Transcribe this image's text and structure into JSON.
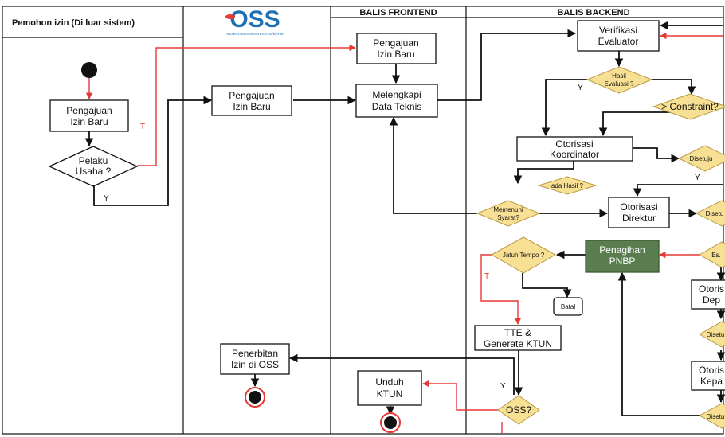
{
  "lanes": {
    "pemohon": "Pemohon izin (Di luar sistem)",
    "oss_logo_text": "OSS",
    "oss_logo_sub": "KEMENTERIAN INVESTASI/BKPM",
    "frontend": "BALIS FRONTEND",
    "backend": "BALIS BACKEND"
  },
  "nodes": {
    "pengajuan_1": [
      "Pengajuan",
      "Izin Baru"
    ],
    "pelaku_usaha": [
      "Pelaku",
      "Usaha ?"
    ],
    "pengajuan_oss": [
      "Pengajuan",
      "Izin Baru"
    ],
    "pengajuan_fe": [
      "Pengajuan",
      "Izin Baru"
    ],
    "melengkapi": [
      "Melengkapi",
      "Data Teknis"
    ],
    "verifikasi": [
      "Verifikasi",
      "Evaluator"
    ],
    "hasil_evaluasi": [
      "Hasil",
      "Evaluasi ?"
    ],
    "constraint": "> Constraint?",
    "otorisasi_koordinator": [
      "Otorisasi",
      "Koordinator"
    ],
    "disetujui_1": "Disetuju",
    "ada_hasil": "ada Hasil ?",
    "memenuhi": [
      "Memenuhi",
      "Syarat?"
    ],
    "otorisasi_direktur": [
      "Otorisasi",
      "Direktur"
    ],
    "disetujui_2": "Disetu",
    "penagihan": [
      "Penagihan",
      "PNBP"
    ],
    "es": "Es.",
    "jatuh_tempo": "Jatuh Tempo ?",
    "batal": "Batal",
    "otorisasi_dep": [
      "Otoris",
      "Dep"
    ],
    "disetujui_3": "Disetu",
    "tte": [
      "TTE &",
      "Generate KTUN"
    ],
    "penerbitan": [
      "Penerbitan",
      "Izin di OSS"
    ],
    "otorisasi_kep": [
      "Otoris",
      "Kepa"
    ],
    "unduh": [
      "Unduh",
      "KTUN"
    ],
    "oss_q": "OSS?",
    "disetujui_4": "Disetu"
  },
  "edges": {
    "t_pelaku": "T",
    "y_pelaku": "Y",
    "y_hasil": "Y",
    "y_disetujui": "Y",
    "t_jatuh": "T",
    "y_oss": "Y"
  },
  "colors": {
    "decision_fill": "#f7df94",
    "flow_red": "#e53935",
    "penagihan_fill": "#5a7d4f",
    "logo_blue": "#1f6fb5",
    "logo_red": "#e53935"
  }
}
